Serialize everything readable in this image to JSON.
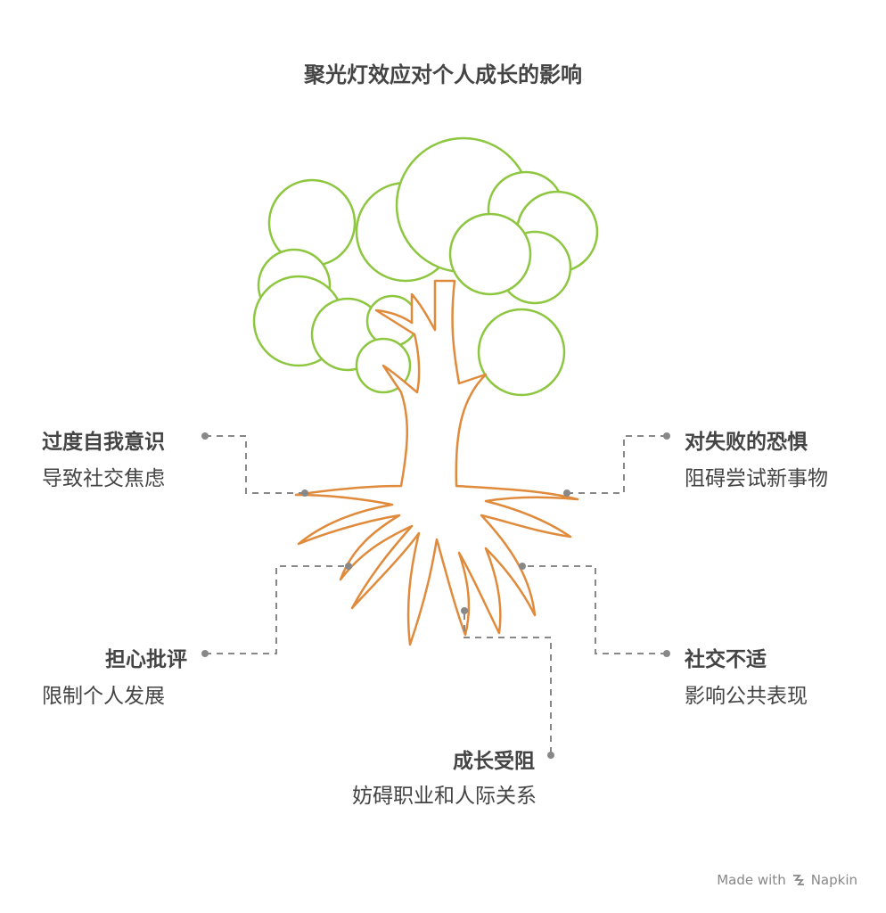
{
  "title": "聚光灯效应对个人成长的影响",
  "colors": {
    "foliage": "#8dc63f",
    "trunk": "#e08a3c",
    "connector": "#888888",
    "text": "#444444"
  },
  "items": [
    {
      "id": "self-awareness",
      "label": "过度自我意识",
      "desc": "导致社交焦虑"
    },
    {
      "id": "fear-failure",
      "label": "对失败的恐惧",
      "desc": "阻碍尝试新事物"
    },
    {
      "id": "fear-criticism",
      "label": "担心批评",
      "desc": "限制个人发展"
    },
    {
      "id": "social-discomfort",
      "label": "社交不适",
      "desc": "影响公共表现"
    },
    {
      "id": "growth-blocked",
      "label": "成长受阻",
      "desc": "妨碍职业和人际关系"
    }
  ],
  "footer": {
    "made_with": "Made with",
    "brand": "Napkin"
  }
}
